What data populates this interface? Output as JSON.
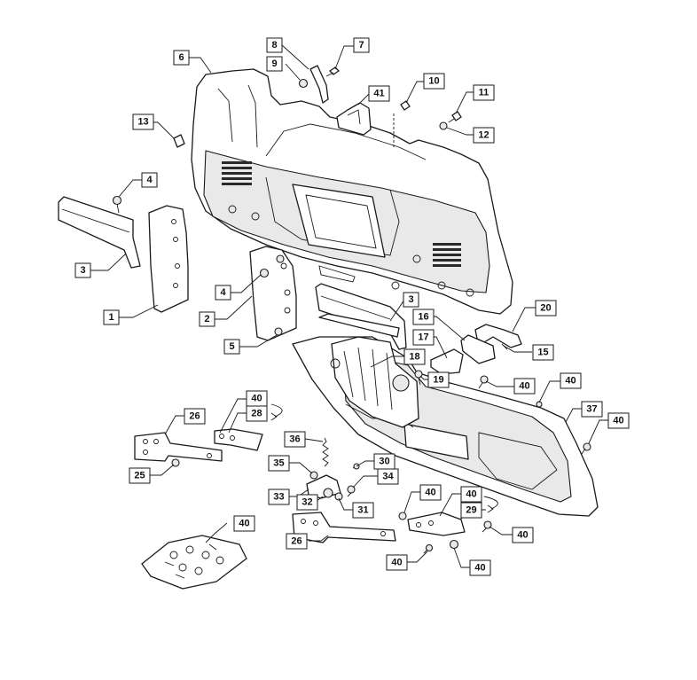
{
  "diagram": {
    "callouts": [
      {
        "id": "c6",
        "label": "6"
      },
      {
        "id": "c8",
        "label": "8"
      },
      {
        "id": "c7",
        "label": "7"
      },
      {
        "id": "c9",
        "label": "9"
      },
      {
        "id": "c10",
        "label": "10"
      },
      {
        "id": "c11",
        "label": "11"
      },
      {
        "id": "c41",
        "label": "41"
      },
      {
        "id": "c12",
        "label": "12"
      },
      {
        "id": "c13",
        "label": "13"
      },
      {
        "id": "c4a",
        "label": "4"
      },
      {
        "id": "c3a",
        "label": "3"
      },
      {
        "id": "c1",
        "label": "1"
      },
      {
        "id": "c4b",
        "label": "4"
      },
      {
        "id": "c2",
        "label": "2"
      },
      {
        "id": "c3b",
        "label": "3"
      },
      {
        "id": "c5",
        "label": "5"
      },
      {
        "id": "c20",
        "label": "20"
      },
      {
        "id": "c16",
        "label": "16"
      },
      {
        "id": "c17",
        "label": "17"
      },
      {
        "id": "c15",
        "label": "15"
      },
      {
        "id": "c18",
        "label": "18"
      },
      {
        "id": "c19",
        "label": "19"
      },
      {
        "id": "c40a",
        "label": "40"
      },
      {
        "id": "c40b",
        "label": "40"
      },
      {
        "id": "c40c",
        "label": "40"
      },
      {
        "id": "c37",
        "label": "37"
      },
      {
        "id": "c40d",
        "label": "40"
      },
      {
        "id": "c26a",
        "label": "26"
      },
      {
        "id": "c28",
        "label": "28"
      },
      {
        "id": "c36",
        "label": "36"
      },
      {
        "id": "c25",
        "label": "25"
      },
      {
        "id": "c35",
        "label": "35"
      },
      {
        "id": "c30",
        "label": "30"
      },
      {
        "id": "c34",
        "label": "34"
      },
      {
        "id": "c33",
        "label": "33"
      },
      {
        "id": "c32",
        "label": "32"
      },
      {
        "id": "c31",
        "label": "31"
      },
      {
        "id": "c40e",
        "label": "40"
      },
      {
        "id": "c40f",
        "label": "40"
      },
      {
        "id": "c29",
        "label": "29"
      },
      {
        "id": "c40g",
        "label": "40"
      },
      {
        "id": "c26b",
        "label": "26"
      },
      {
        "id": "c40h",
        "label": "40"
      },
      {
        "id": "c40i",
        "label": "40"
      },
      {
        "id": "c40j",
        "label": "40"
      }
    ]
  }
}
